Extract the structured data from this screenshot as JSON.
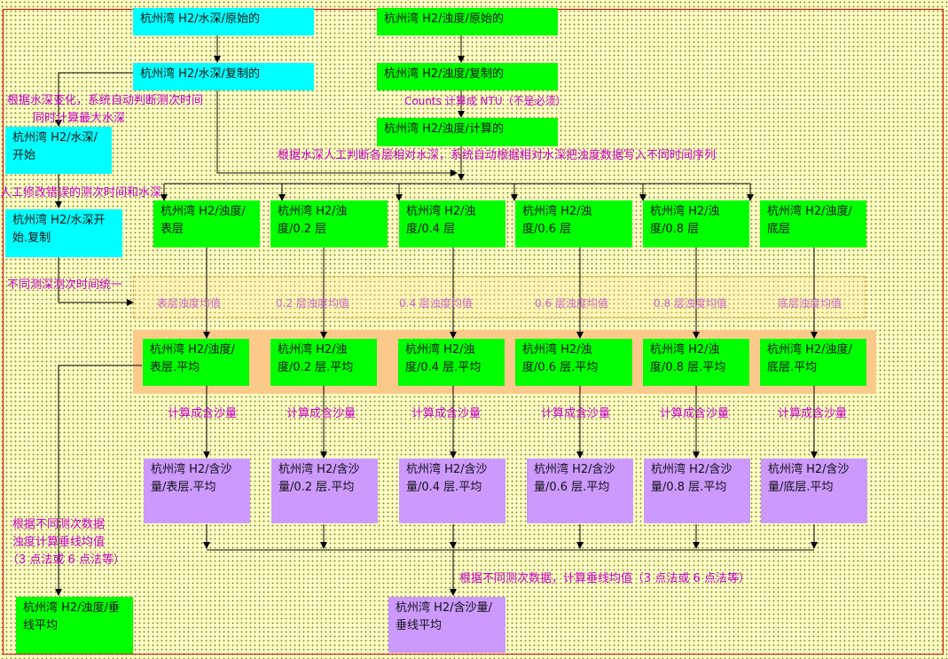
{
  "top": {
    "depth_raw": "杭州湾 H2/水深/原始的",
    "turb_raw": "杭州湾 H2/浊度/原始的",
    "depth_copy": "杭州湾 H2/水深/复制的",
    "turb_copy": "杭州湾 H2/浊度/复制的",
    "turb_calc": "杭州湾 H2/浊度/计算的",
    "depth_start": "杭州湾 H2/水深/开始",
    "depth_start_copy": "杭州湾 H2/水深开始.复制"
  },
  "notes": {
    "auto_judge_1": "根据水深变化，系统自动判断测次时间",
    "auto_judge_2": "同时计算最大水深",
    "counts_ntu": "Counts 计算成 NTU（不是必须）",
    "manual_layer": "根据水深人工判断各层相对水深，系统自动根据相对水深把浊度数据写入不同时间序列",
    "manual_fix": "人工修改错误的测次时间和水深",
    "unify_time": "不同测深测次时间统一",
    "vertical_1": "根据不同测次数据",
    "vertical_2": "浊度计算垂线均值",
    "vertical_3": "（3 点法或 6 点法等）",
    "vertical_sed": "根据不同测次数据，计算垂线均值（3 点法或 6 点法等）"
  },
  "layers": [
    {
      "turb": "杭州湾 H2/浊度/表层",
      "band": "表层浊度均值",
      "avg": "杭州湾 H2/浊度/表层.平均",
      "calc": "计算成含沙量",
      "sed": "杭州湾 H2/含沙量/表层.平均"
    },
    {
      "turb": "杭州湾 H2/浊度/0.2 层",
      "band": "0.2 层浊度均值",
      "avg": "杭州湾 H2/浊度/0.2 层.平均",
      "calc": "计算成含沙量",
      "sed": "杭州湾 H2/含沙量/0.2 层.平均"
    },
    {
      "turb": "杭州湾 H2/浊度/0.4 层",
      "band": "0.4 层浊度均值",
      "avg": "杭州湾 H2/浊度/0.4 层.平均",
      "calc": "计算成含沙量",
      "sed": "杭州湾 H2/含沙量/0.4 层.平均"
    },
    {
      "turb": "杭州湾 H2/浊度/0.6 层",
      "band": "0.6 层浊度均值",
      "avg": "杭州湾 H2/浊度/0.6 层.平均",
      "calc": "计算成含沙量",
      "sed": "杭州湾 H2/含沙量/0.6 层.平均"
    },
    {
      "turb": "杭州湾 H2/浊度/0.8 层",
      "band": "0.8 层浊度均值",
      "avg": "杭州湾 H2/浊度/0.8 层.平均",
      "calc": "计算成含沙量",
      "sed": "杭州湾 H2/含沙量/0.8 层.平均"
    },
    {
      "turb": "杭州湾 H2/浊度/底层",
      "band": "底层浊度均值",
      "avg": "杭州湾 H2/浊度/底层.平均",
      "calc": "计算成含沙量",
      "sed": "杭州湾 H2/含沙量/底层.平均"
    }
  ],
  "bottom": {
    "turb_vertical": "杭州湾 H2/浊度/垂线平均",
    "sed_vertical": "杭州湾 H2/含沙量/垂线平均"
  },
  "colors": {
    "cyan": "#00ffff",
    "green": "#00ff00",
    "purple": "#cc99ff",
    "note_text": "#cc00cc",
    "frame": "#e00000",
    "band_fill": "#fbc98a"
  }
}
